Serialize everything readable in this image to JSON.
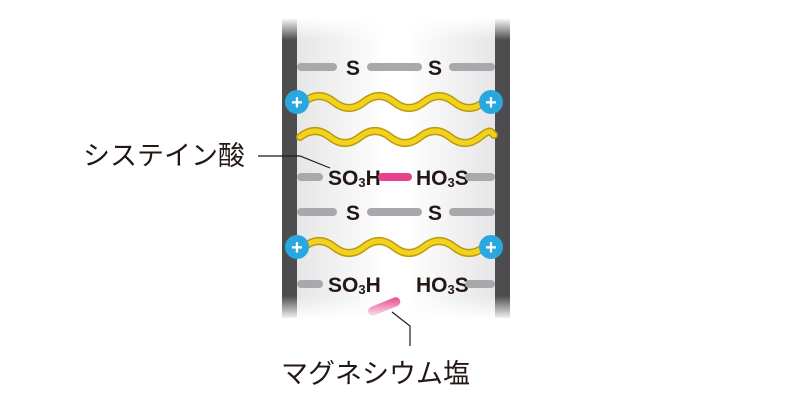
{
  "labels": {
    "cysteic_acid": "システイン酸",
    "magnesium_salt": "マグネシウム塩"
  },
  "bonds": {
    "disulfide_left": "S",
    "disulfide_right": "S",
    "sulfonic_left": {
      "main": "SO",
      "sub": "3",
      "end": "H"
    },
    "sulfonic_right": {
      "start": "HO",
      "sub": "3",
      "end": "S"
    }
  },
  "charge_symbol": "+",
  "colors": {
    "strand": "#4d4d4f",
    "bond": "#a7a9ac",
    "chain": "#f2d21c",
    "charge": "#29a8e0",
    "salt": "#e6418a"
  }
}
